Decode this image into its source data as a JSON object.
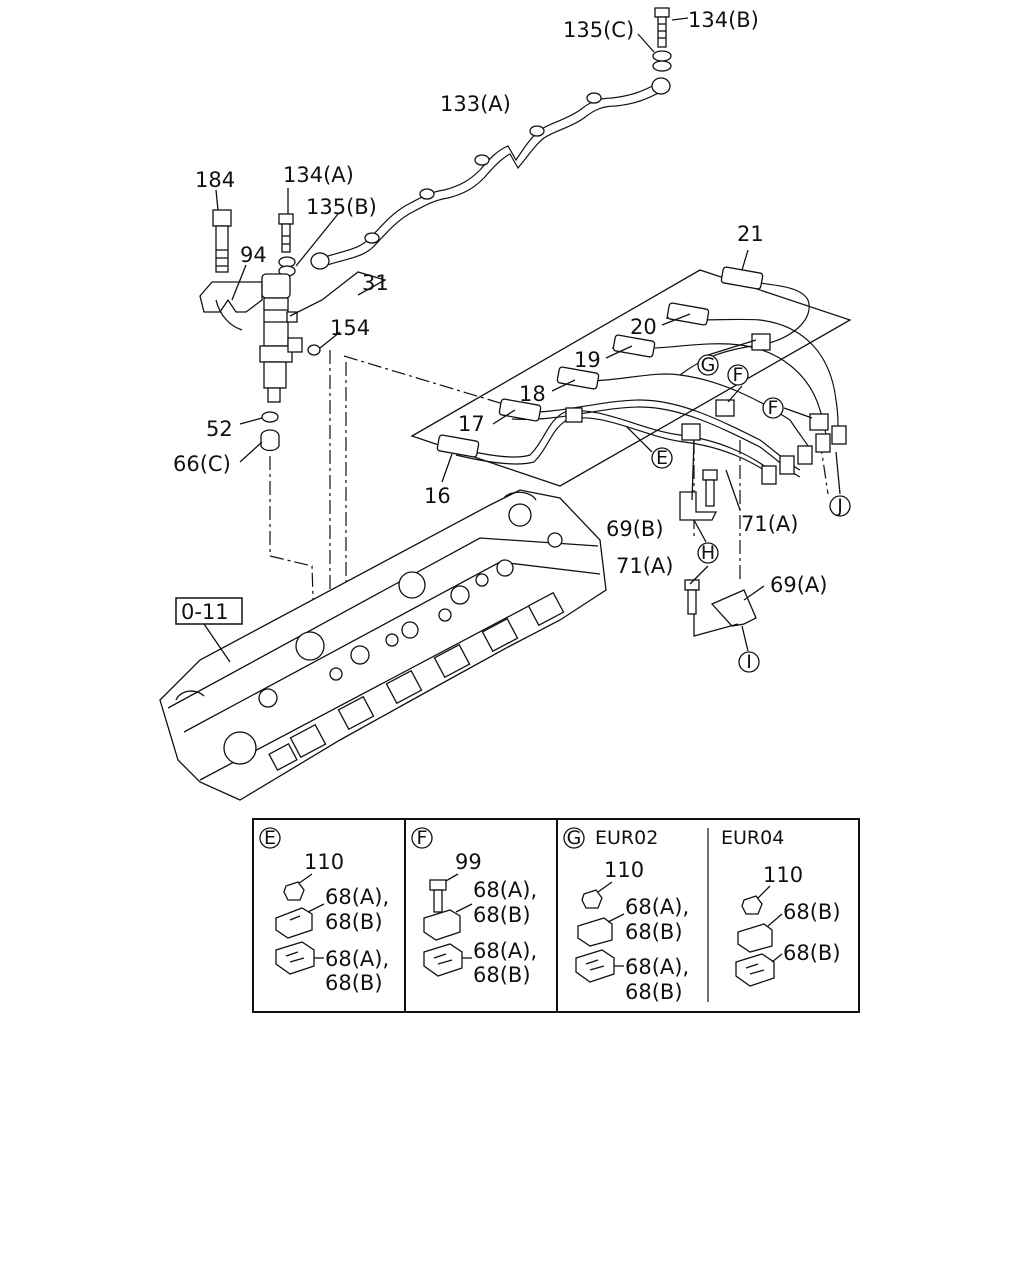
{
  "callouts": {
    "p134b": "134(B)",
    "p135c": "135(C)",
    "p133a": "133(A)",
    "p184": "184",
    "p134a": "134(A)",
    "p135b": "135(B)",
    "p94": "94",
    "p31": "31",
    "p154": "154",
    "p52": "52",
    "p66c": "66(C)",
    "p21": "21",
    "p20": "20",
    "p19": "19",
    "p18": "18",
    "p17": "17",
    "p16": "16",
    "p69b": "69(B)",
    "p71a_1": "71(A)",
    "p71a_2": "71(A)",
    "p69a": "69(A)",
    "ref_box": "0-11"
  },
  "markers": {
    "E": "E",
    "F1": "F",
    "F2": "F",
    "G": "G",
    "H": "H",
    "I": "I",
    "J": "J"
  },
  "detail_table": {
    "panel_e": {
      "marker": "E",
      "part_110": "110",
      "label_a1": "68(A),",
      "label_b1": "68(B)",
      "label_a2": "68(A),",
      "label_b2": "68(B)"
    },
    "panel_f": {
      "marker": "F",
      "part_99": "99",
      "label_a1": "68(A),",
      "label_b1": "68(B)",
      "label_a2": "68(A),",
      "label_b2": "68(B)"
    },
    "panel_g": {
      "marker": "G",
      "variant_left": "EUR02",
      "variant_right": "EUR04",
      "left_part_110": "110",
      "left_label_a1": "68(A),",
      "left_label_b1": "68(B)",
      "left_label_a2": "68(A),",
      "left_label_b2": "68(B)",
      "right_part_110": "110",
      "right_label_b1": "68(B)",
      "right_label_b2": "68(B)"
    }
  }
}
